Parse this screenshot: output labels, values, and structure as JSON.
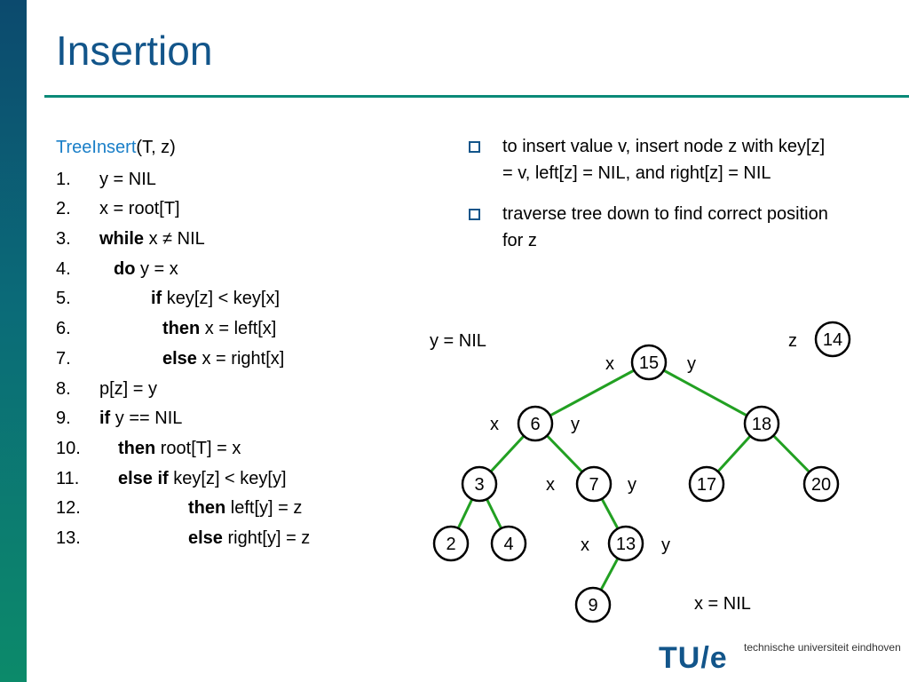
{
  "slide": {
    "title": "Insertion",
    "code_title_func": "TreeInsert",
    "code_title_args": "(T, z)",
    "code_lines": [
      {
        "num": "1.",
        "parts": [
          {
            "t": "y = NIL",
            "b": false
          }
        ]
      },
      {
        "num": "2.",
        "parts": [
          {
            "t": "x = root[T]",
            "b": false
          }
        ]
      },
      {
        "num": "3.",
        "parts": [
          {
            "t": "while",
            "b": true
          },
          {
            "t": " x ≠ NIL",
            "b": false
          }
        ]
      },
      {
        "num": "4.",
        "parts": [
          {
            "t": "do",
            "b": true
          },
          {
            "t": " y = x",
            "b": false
          }
        ]
      },
      {
        "num": "5.",
        "parts": [
          {
            "t": "if",
            "b": true
          },
          {
            "t": " key[z] < key[x]",
            "b": false
          }
        ]
      },
      {
        "num": "6.",
        "parts": [
          {
            "t": "then",
            "b": true
          },
          {
            "t": " x = left[x]",
            "b": false
          }
        ]
      },
      {
        "num": "7.",
        "parts": [
          {
            "t": "else",
            "b": true
          },
          {
            "t": " x = right[x]",
            "b": false
          }
        ]
      },
      {
        "num": "8.",
        "parts": [
          {
            "t": "p[z] = y",
            "b": false
          }
        ]
      },
      {
        "num": "9.",
        "parts": [
          {
            "t": "if",
            "b": true
          },
          {
            "t": " y == NIL",
            "b": false
          }
        ]
      },
      {
        "num": "10.",
        "parts": [
          {
            "t": "then",
            "b": true
          },
          {
            "t": " root[T] = x",
            "b": false
          }
        ]
      },
      {
        "num": "11.",
        "parts": [
          {
            "t": "else if",
            "b": true
          },
          {
            "t": " key[z] < key[y]",
            "b": false
          }
        ]
      },
      {
        "num": "12.",
        "parts": [
          {
            "t": "then",
            "b": true
          },
          {
            "t": " left[y] = z",
            "b": false
          }
        ]
      },
      {
        "num": "13.",
        "parts": [
          {
            "t": "else",
            "b": true
          },
          {
            "t": " right[y] = z",
            "b": false
          }
        ]
      }
    ],
    "bullets": [
      "to insert value v, insert node z with key[z] = v, left[z] = NIL, and right[z] = NIL",
      "traverse tree down to find correct position for z"
    ],
    "colors": {
      "title": "#12558a",
      "function": "#1a7fc8",
      "edge": "#22a022",
      "rule": "#0a8a78"
    }
  },
  "tree": {
    "nodes": [
      "15",
      "6",
      "18",
      "3",
      "7",
      "17",
      "20",
      "2",
      "4",
      "13",
      "9"
    ],
    "insert_node": "14",
    "z_label": "z",
    "y_nil_label": "y = NIL",
    "x_nil_label": "x = NIL",
    "x_label": "x",
    "y_label": "y"
  },
  "logo": {
    "mark": "TU/e",
    "text": "technische universiteit eindhoven"
  }
}
